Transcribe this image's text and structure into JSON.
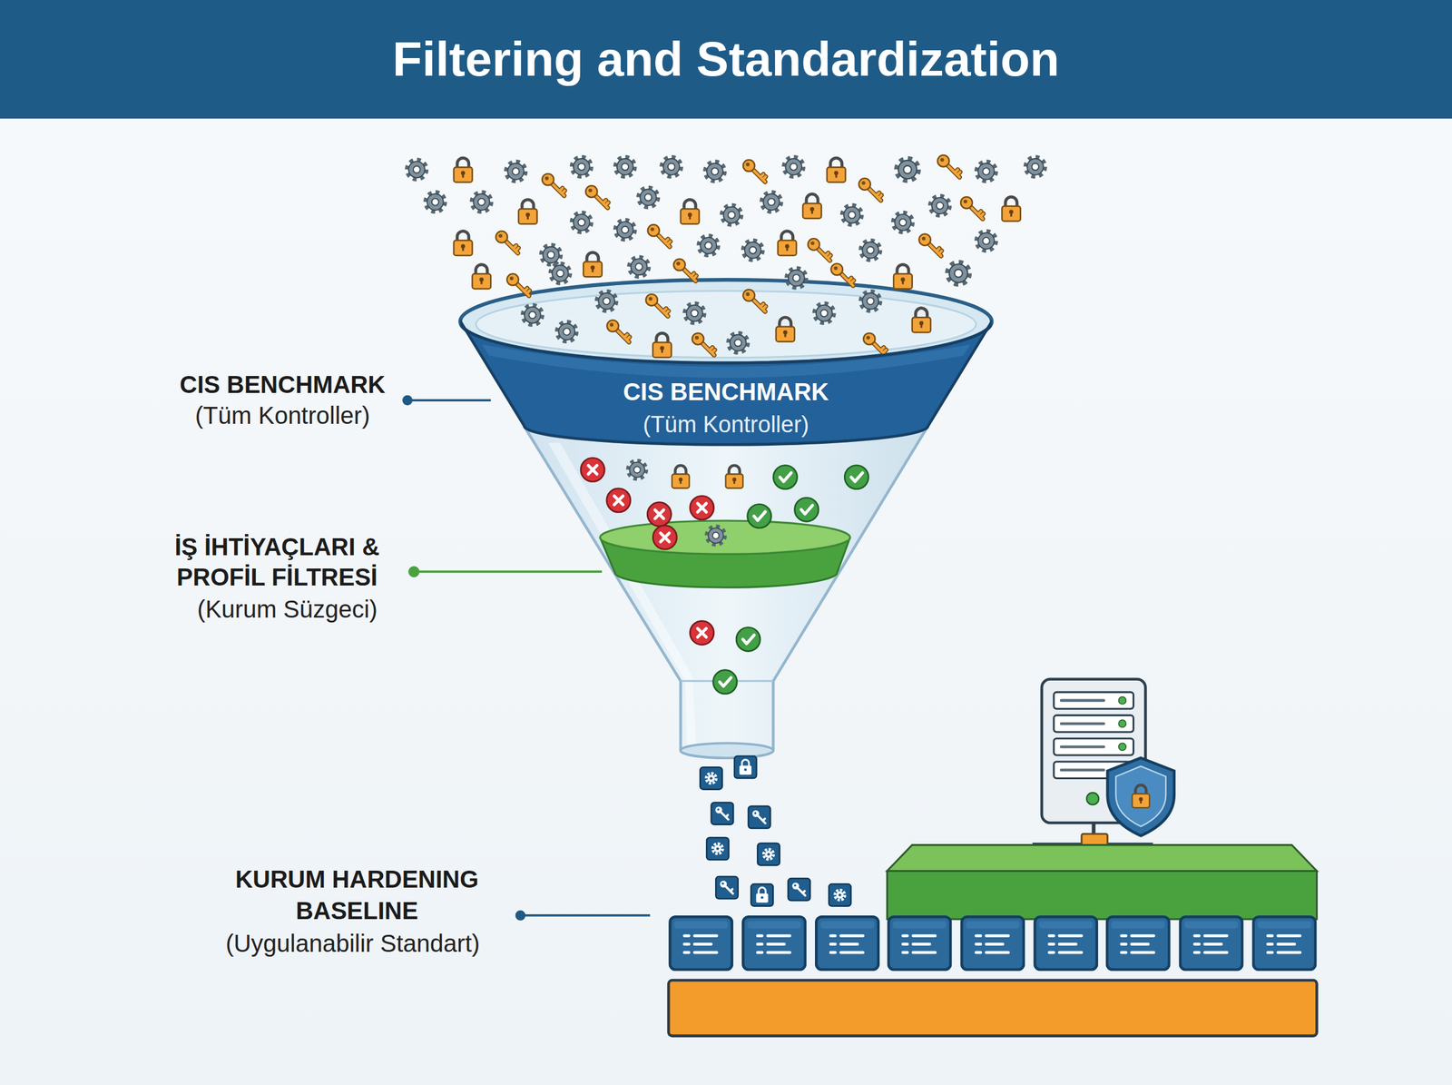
{
  "diagram": {
    "title": "Filtering and Standardization",
    "nodes": [
      {
        "text": [
          "CIS BENCHMARK",
          "(Tüm Kontroller)"
        ]
      }
    ],
    "labels": [
      "CIS BENCHMARK",
      "(Tüm Kontroller)",
      "İŞ İHTİYAÇLARI & PROFİL FİLTRESİ",
      "(Kurum Süzgeci)",
      "KURUM HARDENING BASELINE",
      "(Uygulanabilir Standart)"
    ]
  }
}
